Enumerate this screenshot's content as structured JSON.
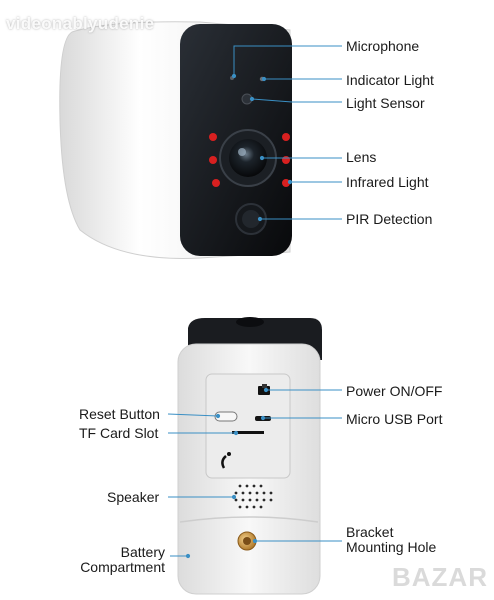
{
  "watermark": "videonablyudenie",
  "brand_mark": "BAZAR",
  "top_view": {
    "callouts": [
      "Microphone",
      "Indicator Light",
      "Light Sensor",
      "Lens",
      "Infrared Light",
      "PIR Detection"
    ]
  },
  "back_view": {
    "right_callouts": [
      "Power ON/OFF",
      "Micro USB Port"
    ],
    "left_callouts": [
      "Reset Button",
      "TF Card Slot",
      "Speaker"
    ],
    "bracket_label": [
      "Bracket",
      "Mounting Hole"
    ],
    "battery_label": [
      "Battery",
      "Compartment"
    ]
  },
  "colors": {
    "callout_line": "#3a8fc4",
    "camera_face": "#111418",
    "body": "#f2f2f2",
    "ir_led": "#d82020"
  }
}
